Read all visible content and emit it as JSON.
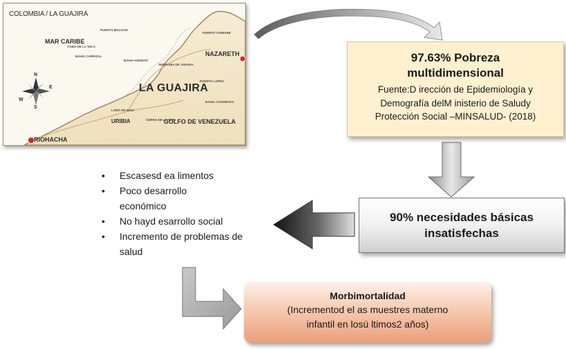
{
  "map": {
    "title": "COLOMBIA / LA GUAJIRA",
    "sea": "MAR CARIBE",
    "region": "LA GUAJIRA",
    "towns": {
      "nazareth": "NAZARETH",
      "riohacha": "RIOHACHA",
      "uribia": "URIBIA",
      "golfo": "GOLFO DE VENEZUELA",
      "puerto_bolivar": "PUERTO BOLIVAR",
      "puerto_chimare": "PUERTO CHIMARE",
      "cabo_vela": "CABO DE LA VELA",
      "bahia_carrizal": "BAHIA CARRIZAL",
      "bahia_honda": "BAHIA HONDITA",
      "serrania": "SERRANIA DE JARARA",
      "puerto_lopez": "PUERTO LOPEZ",
      "bahia_cosinetas": "BAHIA COSINETAS",
      "loma_maiz": "LOMA DE MAIZ",
      "cerro": "CERRO DE LA TETA"
    },
    "compass": {
      "n": "N",
      "s": "S",
      "e": "E",
      "w": "W"
    }
  },
  "pobreza": {
    "headline": "97.63% Pobreza multidimensional",
    "source_lines": [
      "Fuente:D irección de Epidemiología y",
      "Demografía delM inisterio de Saludy",
      "Protección Social –MINSALUD- (2018)"
    ]
  },
  "nbi": {
    "line1": "90% necesidades básicas",
    "line2": "insatisfechas"
  },
  "bullets": [
    "Escasesd ea limentos",
    "Poco desarrollo económico",
    "No hayd esarrollo social",
    "Incremento de problemas de salud"
  ],
  "morbi": {
    "title": "Morbimortalidad",
    "line1": "(Incrementod el as muestres materno",
    "line2": "infantil en losú ltimos2  años)"
  },
  "colors": {
    "pobreza_bg": "#fff1cf",
    "morbi_bg": "#f4c3a6",
    "nbi_bg": "#e6e6e6",
    "town_dot": "#e02020"
  }
}
